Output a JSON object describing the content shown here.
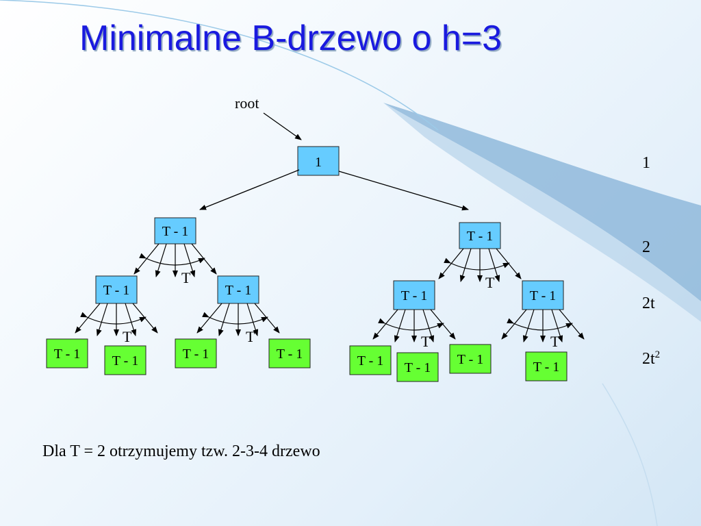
{
  "title": "Minimalne B-drzewo o h=3",
  "root_label": "root",
  "root_key": "1",
  "node_key": "T - 1",
  "children_label": "T",
  "levels": [
    {
      "base": "1",
      "sup": ""
    },
    {
      "base": "2",
      "sup": ""
    },
    {
      "base": "2t",
      "sup": ""
    },
    {
      "base": "2t",
      "sup": "2"
    }
  ],
  "footer": "Dla T = 2 otrzymujemy tzw. 2-3-4 drzewo",
  "colors": {
    "title": "#1a1adf",
    "internal_node": "#66ccff",
    "leaf_node": "#66ff33",
    "background_swoosh": "#8fb8da"
  }
}
